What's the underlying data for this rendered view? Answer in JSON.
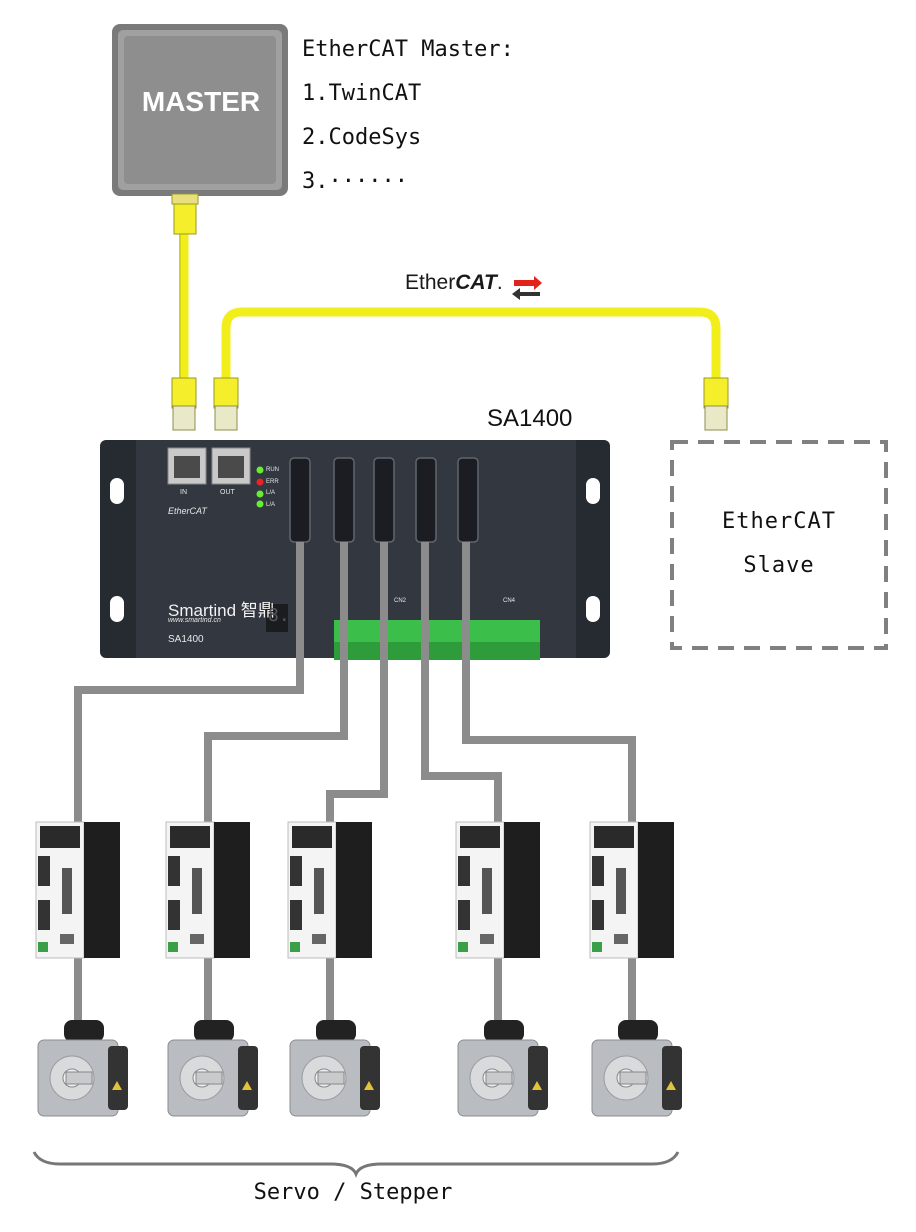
{
  "master": {
    "box_label": "MASTER",
    "title": "EtherCAT Master:",
    "options": [
      "1.TwinCAT",
      "2.CodeSys",
      "3.······"
    ]
  },
  "bus_logo": {
    "prefix": "Ether",
    "suffix": "CAT",
    "mark": "."
  },
  "device": {
    "title": "SA1400",
    "brand": "Smartind",
    "brand_cn": "智鼎",
    "website": "www.smartind.cn",
    "model": "SA1400",
    "port_in": "IN",
    "port_out": "OUT",
    "leds": [
      "RUN",
      "ERR",
      "L/A",
      "L/A"
    ],
    "connectors": [
      "CN2",
      "CN4"
    ],
    "small_logo": "EtherCAT",
    "display_digit": "8."
  },
  "slave": {
    "line1": "EtherCAT",
    "line2": "Slave"
  },
  "footer": {
    "label": "Servo / Stepper"
  },
  "colors": {
    "cable_yellow": "#f2ee1c",
    "cable_gray": "#8c8c8c",
    "master_box": "#8e8e8e",
    "device_body": "#2c3038",
    "terminal_green": "#3bbf4a",
    "slave_border": "#808080",
    "logo_red": "#e2231a"
  },
  "icons": [
    "master-box-icon",
    "rj45-plug-icon",
    "servo-drive-icon",
    "servo-motor-icon",
    "brace-icon"
  ]
}
